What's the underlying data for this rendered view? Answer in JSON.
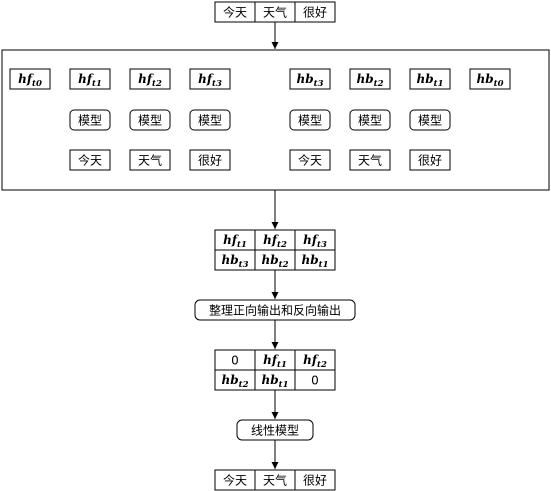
{
  "words": [
    "今天",
    "天气",
    "很好"
  ],
  "model_label": "模型",
  "forward_states": [
    {
      "base": "hf",
      "sub": "t0"
    },
    {
      "base": "hf",
      "sub": "t1"
    },
    {
      "base": "hf",
      "sub": "t2"
    },
    {
      "base": "hf",
      "sub": "t3"
    }
  ],
  "backward_states": [
    {
      "base": "hb",
      "sub": "t3"
    },
    {
      "base": "hb",
      "sub": "t2"
    },
    {
      "base": "hb",
      "sub": "t1"
    },
    {
      "base": "hb",
      "sub": "t0"
    }
  ],
  "output_table": [
    [
      {
        "base": "hf",
        "sub": "t1"
      },
      {
        "base": "hf",
        "sub": "t2"
      },
      {
        "base": "hf",
        "sub": "t3"
      }
    ],
    [
      {
        "base": "hb",
        "sub": "t3"
      },
      {
        "base": "hb",
        "sub": "t2"
      },
      {
        "base": "hb",
        "sub": "t1"
      }
    ]
  ],
  "reorganize_label": "整理正向输出和反向输出",
  "aligned_table": [
    [
      {
        "text": "0"
      },
      {
        "base": "hf",
        "sub": "t1"
      },
      {
        "base": "hf",
        "sub": "t2"
      }
    ],
    [
      {
        "base": "hb",
        "sub": "t2"
      },
      {
        "base": "hb",
        "sub": "t1"
      },
      {
        "text": "0"
      }
    ]
  ],
  "linear_label": "线性模型",
  "output_words": [
    "今天",
    "天气",
    "很好"
  ]
}
